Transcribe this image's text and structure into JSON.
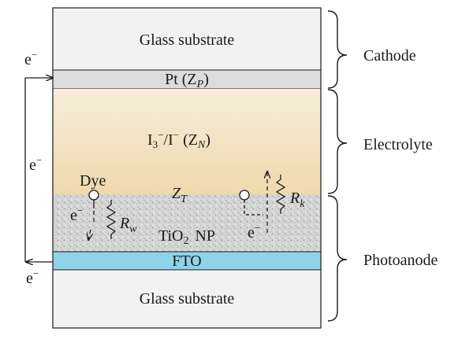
{
  "layers": {
    "cathode_glass": "Glass substrate",
    "pt": "Pt (Z",
    "pt_sub": "P",
    "pt_close": ")",
    "electrolyte_main": "I",
    "electrolyte_sub3": "3",
    "electrolyte_sup1": "−",
    "electrolyte_mid": "/I",
    "electrolyte_sup2": "−",
    "electrolyte_z": " (Z",
    "electrolyte_zsub": "N",
    "electrolyte_close": ")",
    "tio2_main": "TiO",
    "tio2_sub": "2",
    "tio2_np": "NP",
    "fto": "FTO",
    "anode_glass": "Glass substrate"
  },
  "symbols": {
    "dye": "Dye",
    "zt": "Z",
    "zt_sub": "T",
    "rw": "R",
    "rw_sub": "w",
    "rk": "R",
    "rk_sub": "k",
    "electron": "e",
    "electron_sup": "−"
  },
  "brackets": {
    "cathode": "Cathode",
    "electrolyte": "Electrolyte",
    "photoanode": "Photoanode"
  },
  "circuit": {
    "top_electron": "e",
    "top_sup": "−",
    "left_electron": "e",
    "left_sup": "−",
    "bottom_electron": "e",
    "bottom_sup": "−"
  },
  "colors": {
    "glass": "#f2f2f2",
    "pt": "#dcdcdc",
    "electrolyte_top": "#f6ead2",
    "electrolyte_bottom": "#f0dcb4",
    "tio2": "#d9d9d9",
    "fto": "#8fd3e8",
    "line": "#1a1a1a"
  }
}
